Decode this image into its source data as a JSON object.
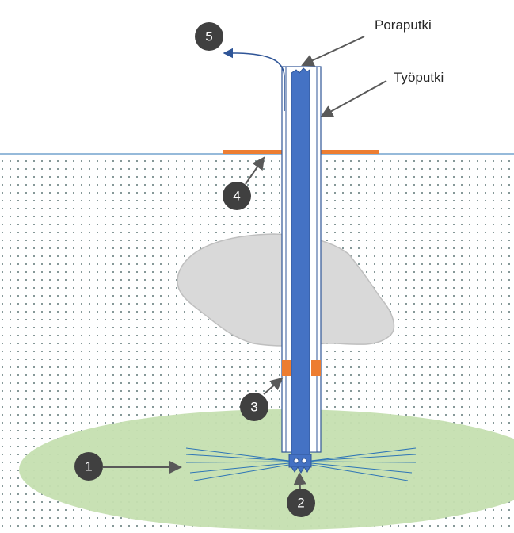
{
  "labels": {
    "drill_pipe": "Poraputki",
    "work_pipe": "Työputki"
  },
  "markers": [
    "1",
    "2",
    "3",
    "4",
    "5"
  ],
  "colors": {
    "drill_pipe": "#4472C4",
    "soil_dots": "#2F4F4F",
    "grout_zone": "#C5DFB0",
    "boulder": "#D9D9D9",
    "seal": "#ED7D31",
    "marker_fill": "#404040",
    "arrow": "#595959",
    "flow_arrow": "#2F5597"
  }
}
